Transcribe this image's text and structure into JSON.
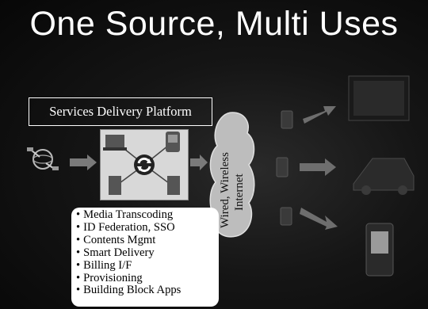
{
  "title": "One Source, Multi Uses",
  "platform_label": "Services Delivery Platform",
  "network_label": "Wired, Wireless Internet",
  "features": [
    "Media Transcoding",
    "ID Federation, SSO",
    "Contents Mgmt",
    "Smart Delivery",
    "Billing I/F",
    "Provisioning",
    "Building Block Apps"
  ],
  "icons": {
    "source": "globe-satellite-icon",
    "hub_center": "sync-arrows-icon",
    "hub_devices": [
      "laptop-icon",
      "pda-icon",
      "server-icon",
      "server-icon"
    ],
    "network_nodes": [
      "network-node-icon",
      "network-node-icon",
      "network-node-icon"
    ],
    "endpoints": [
      "tv-icon",
      "car-icon",
      "mobile-phone-icon"
    ]
  },
  "colors": {
    "background": "#0b0b0b",
    "text": "#ffffff",
    "arrow": "#7a7a7a"
  }
}
